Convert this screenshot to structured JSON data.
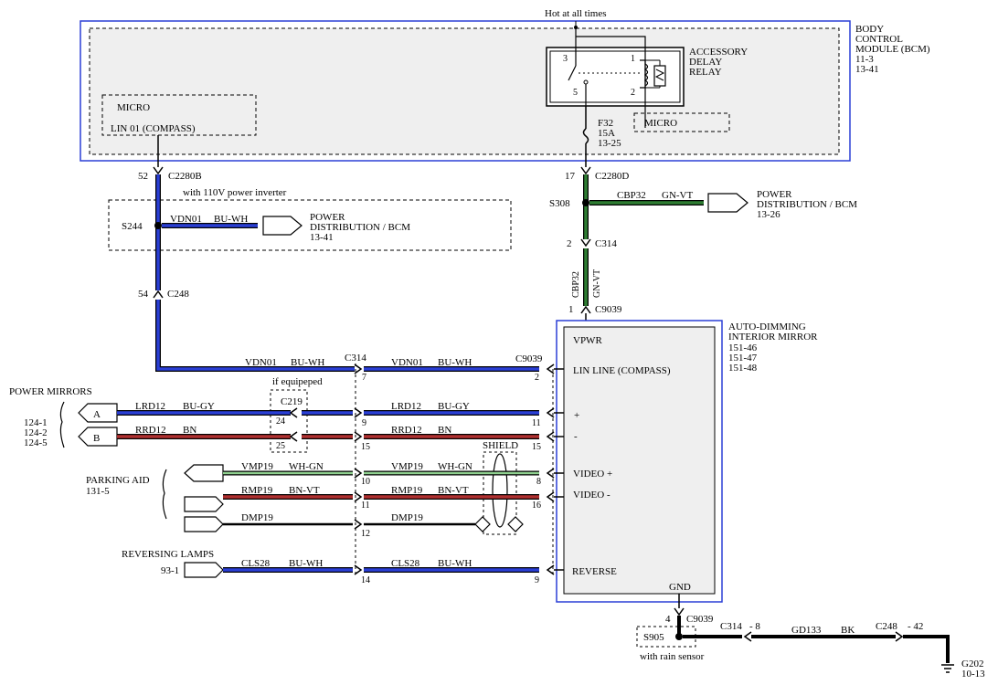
{
  "bcm": {
    "hot_label": "Hot at all times",
    "title_lines": [
      "BODY",
      "CONTROL",
      "MODULE (BCM)",
      "11-3",
      "13-41"
    ],
    "micro_left": "MICRO",
    "lin_label": "LIN 01 (COMPASS)",
    "micro_right": "MICRO",
    "relay_lines": [
      "ACCESSORY",
      "DELAY",
      "RELAY"
    ],
    "relay_pins": [
      "3",
      "1",
      "5",
      "2"
    ],
    "fuse_lines": [
      "F32",
      "15A",
      "13-25"
    ]
  },
  "connectors": {
    "c2280b": "C2280B",
    "c2280b_pin": "52",
    "c2280d": "C2280D",
    "c2280d_pin": "17",
    "s308": "S308",
    "c314_top": "C314",
    "c314_top_pin": "2",
    "c9039_top": "C9039",
    "c9039_top_pin": "1",
    "s244": "S244",
    "c248": "C248",
    "c248_pin": "54",
    "c314_mid": "C314",
    "c9039_mid": "C9039",
    "c219": "C219",
    "if_equipped": "if equipeped",
    "shield": "SHIELD",
    "c9039_bot": "C9039",
    "c9039_bot_pin": "4",
    "s905": "S905",
    "rain_sensor": "with rain sensor",
    "c314_bot": "C314",
    "c314_bot_pin": "- 8",
    "c248_bot": "C248",
    "c248_bot_pin": "- 42",
    "g202_lines": [
      "G202",
      "10-13"
    ],
    "inverter_note": "with 110V power inverter"
  },
  "wires": {
    "cbp32": "CBP32",
    "gnvt": "GN-VT",
    "cbp32_vert": "CBP32",
    "gnvt_vert": "GN-VT",
    "vdn01": "VDN01",
    "buwh": "BU-WH",
    "lrd12": "LRD12",
    "bugy": "BU-GY",
    "rrd12": "RRD12",
    "bn": "BN",
    "vmp19": "VMP19",
    "whgn": "WH-GN",
    "rmp19": "RMP19",
    "bnvt": "BN-VT",
    "dmp19": "DMP19",
    "cls28": "CLS28",
    "gd133": "GD133",
    "bk": "BK"
  },
  "pins": {
    "c314_7": "7",
    "c314_9": "9",
    "c314_15": "15",
    "c314_10": "10",
    "c314_11": "11",
    "c314_12": "12",
    "c314_14": "14",
    "c219_24": "24",
    "c219_25": "25",
    "m_2": "2",
    "m_11": "11",
    "m_15": "15",
    "m_8": "8",
    "m_16": "16",
    "m_9": "9"
  },
  "power_dist": {
    "right_lines": [
      "POWER",
      "DISTRIBUTION / BCM",
      "13-26"
    ],
    "left_lines": [
      "POWER",
      "DISTRIBUTION / BCM",
      "13-41"
    ]
  },
  "mirror": {
    "title_lines": [
      "AUTO-DIMMING",
      "INTERIOR MIRROR",
      "151-46",
      "151-47",
      "151-48"
    ],
    "vpwr": "VPWR",
    "lin": "LIN LINE (COMPASS)",
    "plus": "+",
    "minus": "-",
    "video_plus": "VIDEO +",
    "video_minus": "VIDEO -",
    "reverse": "REVERSE",
    "gnd": "GND"
  },
  "left_side": {
    "power_mirrors": "POWER MIRRORS",
    "pm_refs": [
      "124-1",
      "124-2",
      "124-5"
    ],
    "a": "A",
    "b": "B",
    "parking_aid": "PARKING AID",
    "parking_ref": "131-5",
    "reversing_lamps": "REVERSING LAMPS",
    "reversing_ref": "93-1"
  }
}
